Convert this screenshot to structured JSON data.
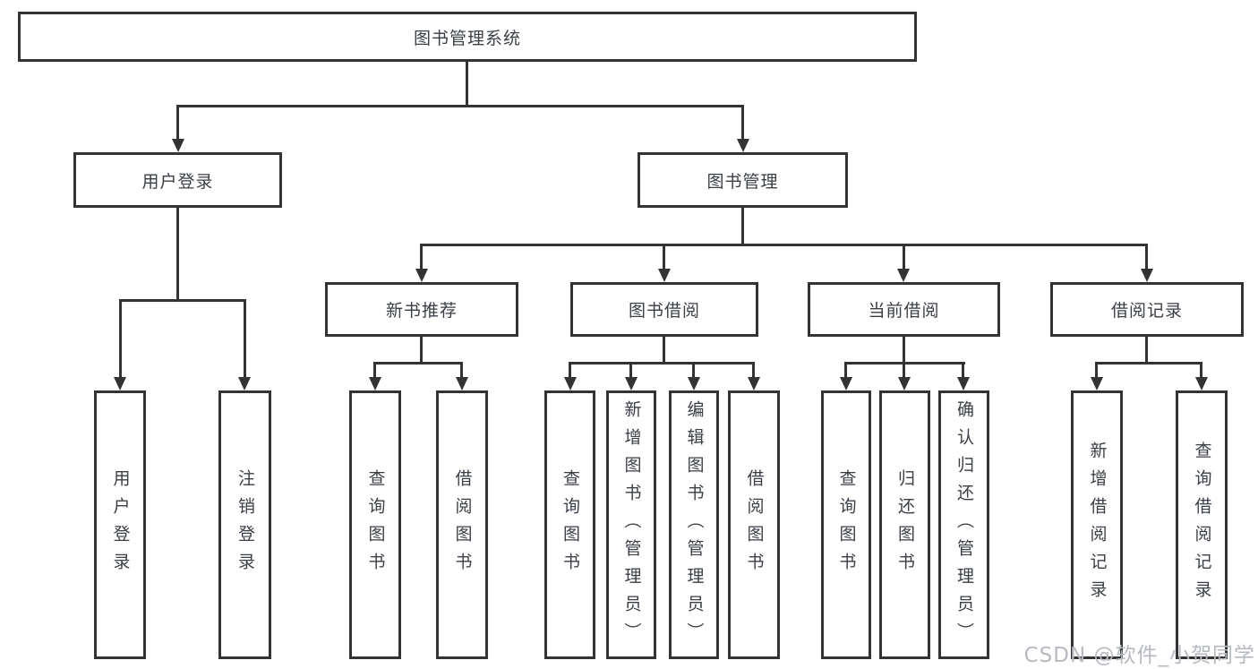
{
  "diagram_title": "图书管理系统",
  "colors": {
    "line": "#333333",
    "text": "#3a3e45",
    "watermark": "#b6bac0",
    "background": "#ffffff"
  },
  "nodes": {
    "root": {
      "label": "图书管理系统"
    },
    "user_login": {
      "label": "用户登录"
    },
    "book_management": {
      "label": "图书管理"
    },
    "new_book_recommend": {
      "label": "新书推荐"
    },
    "book_borrowing": {
      "label": "图书借阅"
    },
    "current_borrowing": {
      "label": "当前借阅"
    },
    "borrowing_records": {
      "label": "借阅记录"
    },
    "leaf_user_login": {
      "label": "用户登录"
    },
    "leaf_logout": {
      "label": "注销登录"
    },
    "leaf_nbr_query": {
      "label": "查询图书"
    },
    "leaf_nbr_borrow": {
      "label": "借阅图书"
    },
    "leaf_bb_query": {
      "label": "查询图书"
    },
    "leaf_bb_add": {
      "label": "新增图书（管理员）"
    },
    "leaf_bb_edit": {
      "label": "编辑图书（管理员）"
    },
    "leaf_bb_borrow": {
      "label": "借阅图书"
    },
    "leaf_cb_query": {
      "label": "查询图书"
    },
    "leaf_cb_return": {
      "label": "归还图书"
    },
    "leaf_cb_confirm": {
      "label": "确认归还（管理员）"
    },
    "leaf_br_add": {
      "label": "新增借阅记录"
    },
    "leaf_br_query": {
      "label": "查询借阅记录"
    }
  },
  "edges": [
    {
      "from": "root",
      "to": "user_login"
    },
    {
      "from": "root",
      "to": "book_management"
    },
    {
      "from": "user_login",
      "to": "leaf_user_login"
    },
    {
      "from": "user_login",
      "to": "leaf_logout"
    },
    {
      "from": "book_management",
      "to": "new_book_recommend"
    },
    {
      "from": "book_management",
      "to": "book_borrowing"
    },
    {
      "from": "book_management",
      "to": "current_borrowing"
    },
    {
      "from": "book_management",
      "to": "borrowing_records"
    },
    {
      "from": "new_book_recommend",
      "to": "leaf_nbr_query"
    },
    {
      "from": "new_book_recommend",
      "to": "leaf_nbr_borrow"
    },
    {
      "from": "book_borrowing",
      "to": "leaf_bb_query"
    },
    {
      "from": "book_borrowing",
      "to": "leaf_bb_add"
    },
    {
      "from": "book_borrowing",
      "to": "leaf_bb_edit"
    },
    {
      "from": "book_borrowing",
      "to": "leaf_bb_borrow"
    },
    {
      "from": "current_borrowing",
      "to": "leaf_cb_query"
    },
    {
      "from": "current_borrowing",
      "to": "leaf_cb_return"
    },
    {
      "from": "current_borrowing",
      "to": "leaf_cb_confirm"
    },
    {
      "from": "borrowing_records",
      "to": "leaf_br_add"
    },
    {
      "from": "borrowing_records",
      "to": "leaf_br_query"
    }
  ],
  "watermark": "CSDN @软件_小贺同学"
}
